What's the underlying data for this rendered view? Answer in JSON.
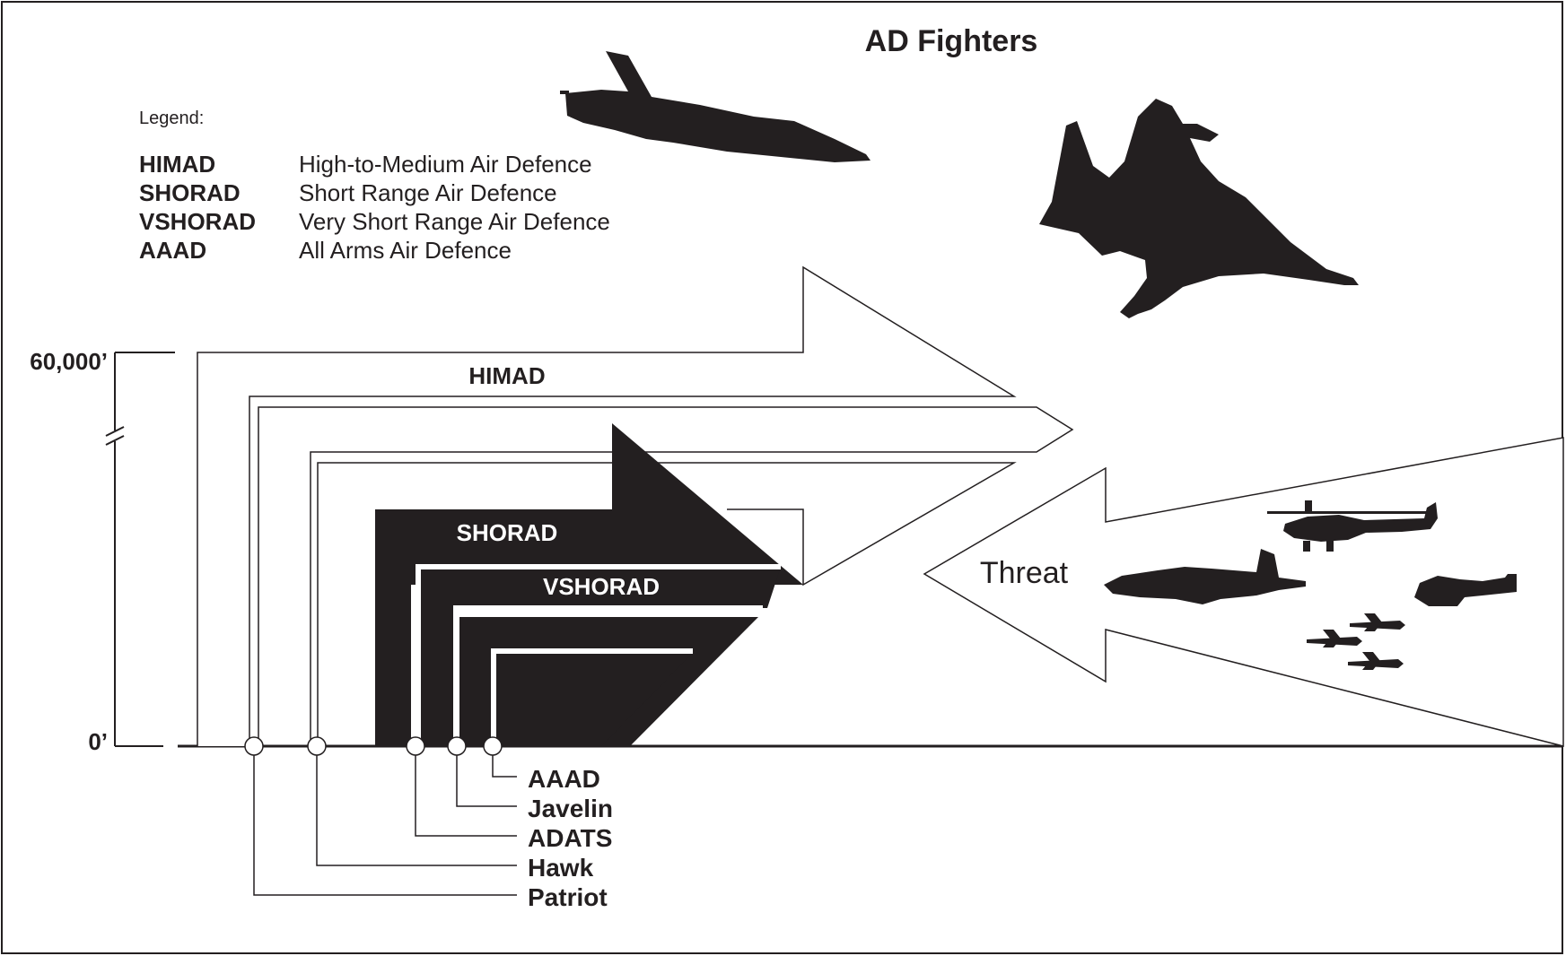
{
  "title": "AD Fighters",
  "legend": {
    "heading": "Legend:",
    "entries": [
      {
        "abbr": "HIMAD",
        "meaning": "High-to-Medium Air Defence"
      },
      {
        "abbr": "SHORAD",
        "meaning": "Short Range Air Defence"
      },
      {
        "abbr": "VSHORAD",
        "meaning": "Very Short Range Air Defence"
      },
      {
        "abbr": "AAAD",
        "meaning": "All Arms Air Defence"
      }
    ]
  },
  "altitude_axis": {
    "top_label": "60,000’",
    "bottom_label": "0’"
  },
  "layers": {
    "himad": "HIMAD",
    "shorad": "SHORAD",
    "vshorad": "VSHORAD"
  },
  "threat_label": "Threat",
  "systems": [
    "AAAD",
    "Javelin",
    "ADATS",
    "Hawk",
    "Patriot"
  ],
  "colors": {
    "ink": "#231f20",
    "background": "#ffffff"
  },
  "icons": [
    "fighter-jet-icon",
    "attack-helicopter-icon",
    "missile-icon"
  ]
}
